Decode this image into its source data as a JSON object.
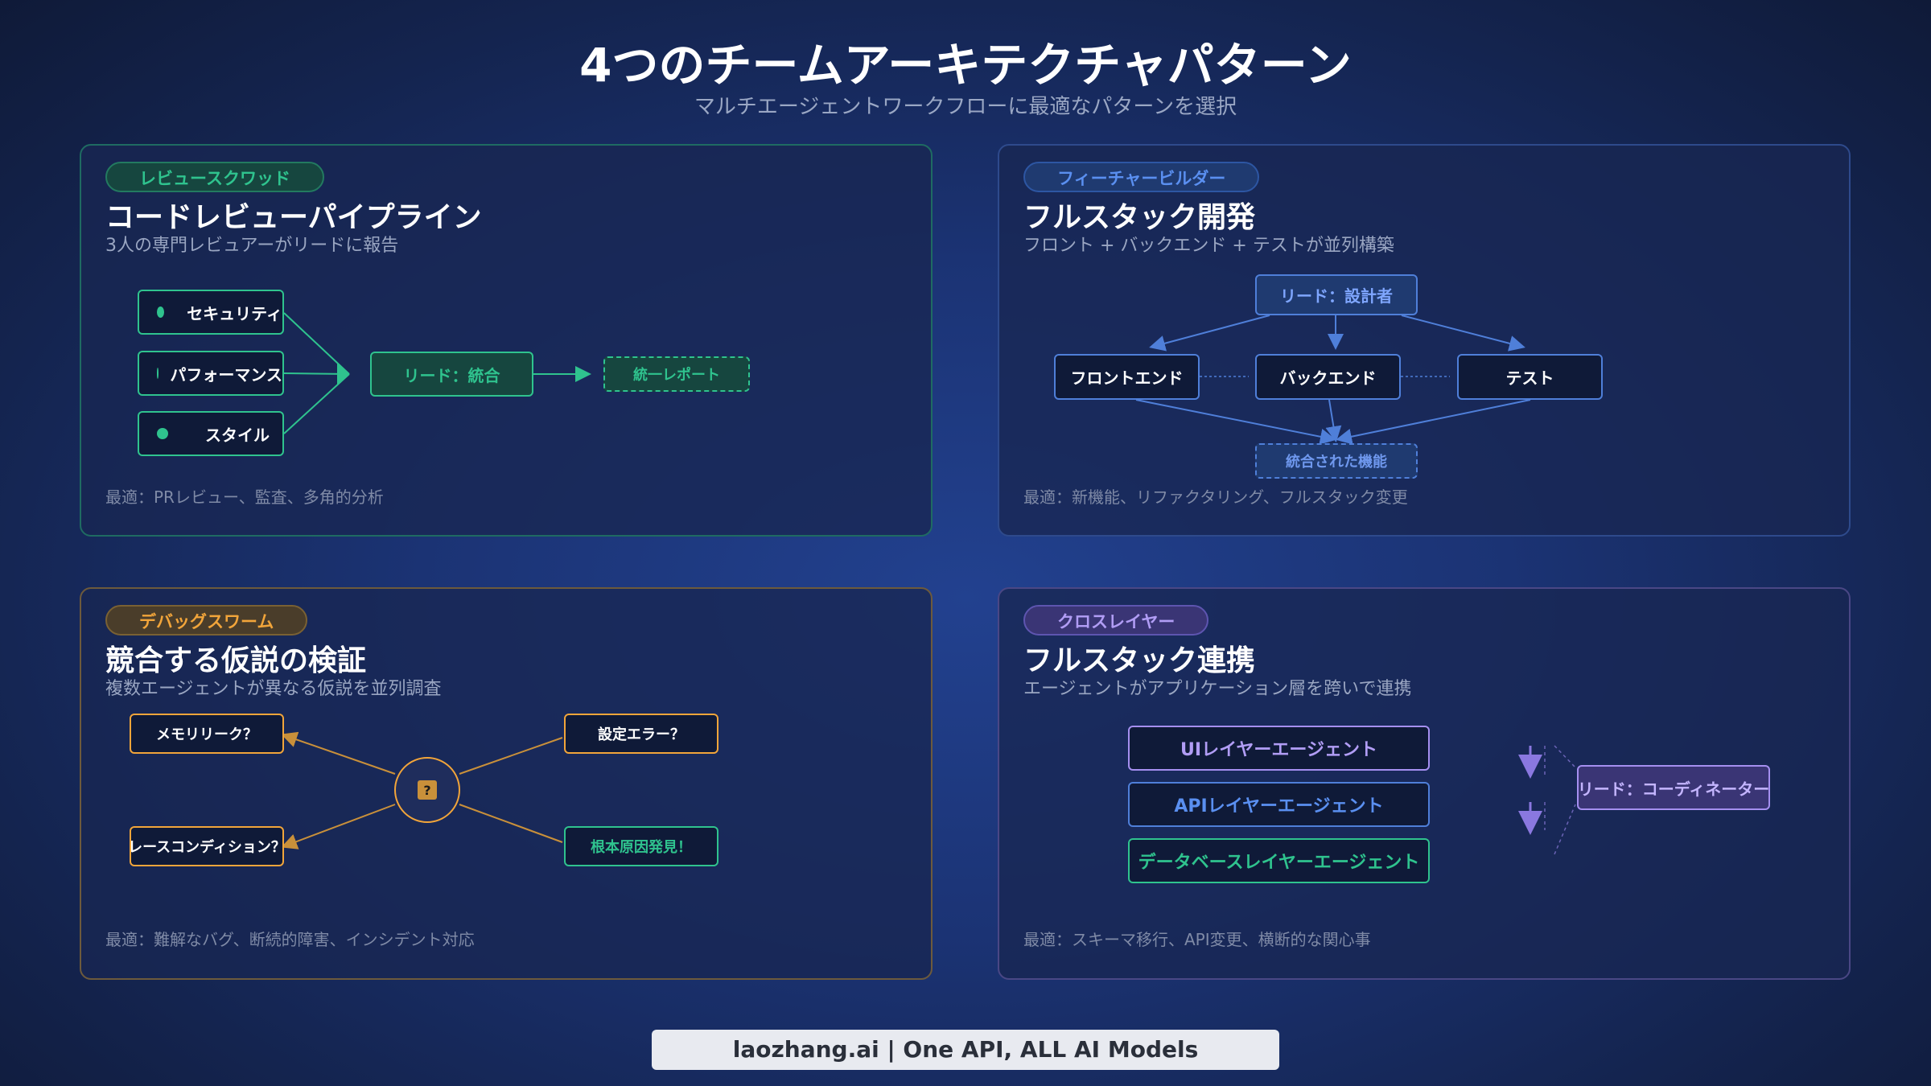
{
  "header": {
    "title": "4つのチームアーキテクチャパターン",
    "subtitle": "マルチエージェントワークフローに最適なパターンを選択"
  },
  "cards": {
    "review": {
      "tag": "レビュースクワッド",
      "title": "コードレビューパイプライン",
      "description": "3人の専門レビュアーがリードに報告",
      "nodes": {
        "security": "セキュリティ",
        "performance": "パフォーマンス",
        "style": "スタイル",
        "lead": "リード：統合",
        "report": "統一レポート"
      },
      "best_for": "最適：PRレビュー、監査、多角的分析"
    },
    "feature": {
      "tag": "フィーチャービルダー",
      "title": "フルスタック開発",
      "description": "フロント + バックエンド + テストが並列構築",
      "nodes": {
        "lead": "リード：設計者",
        "frontend": "フロントエンド",
        "backend": "バックエンド",
        "test": "テスト",
        "integrated": "統合された機能"
      },
      "best_for": "最適：新機能、リファクタリング、フルスタック変更"
    },
    "debug": {
      "tag": "デバッグスワーム",
      "title": "競合する仮説の検証",
      "description": "複数エージェントが異なる仮説を並列調査",
      "nodes": {
        "center": "?",
        "memory": "メモリリーク？",
        "config": "設定エラー？",
        "race": "レースコンディション？",
        "root": "根本原因発見！"
      },
      "best_for": "最適：難解なバグ、断続的障害、インシデント対応"
    },
    "cross": {
      "tag": "クロスレイヤー",
      "title": "フルスタック連携",
      "description": "エージェントがアプリケーション層を跨いで連携",
      "nodes": {
        "ui": "UIレイヤーエージェント",
        "api": "APIレイヤーエージェント",
        "db": "データベースレイヤーエージェント",
        "lead": "リード：コーディネーター"
      },
      "best_for": "最適：スキーマ移行、API変更、横断的な関心事"
    }
  },
  "footer": {
    "text": "laozhang.ai | One API, ALL AI Models"
  },
  "colors": {
    "green": "#2fc38e",
    "blue": "#5a8ff0",
    "orange": "#f2a53a",
    "purple": "#b19df5",
    "node_bg": "#0f1a38"
  }
}
